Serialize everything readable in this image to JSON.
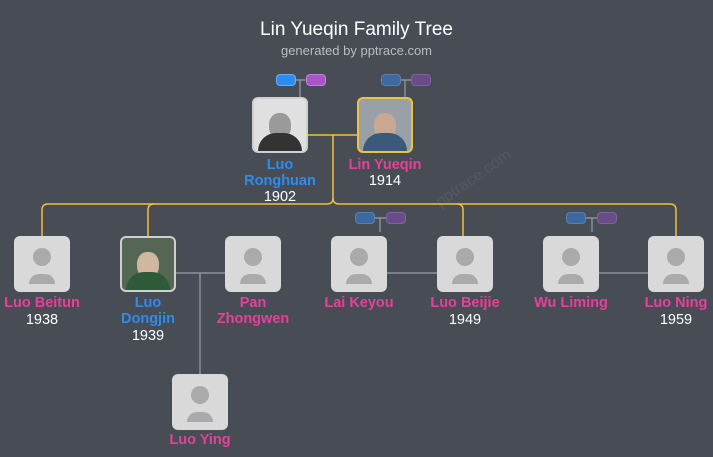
{
  "header": {
    "title": "Lin Yueqin Family Tree",
    "subtitle": "generated by pptrace.com"
  },
  "watermark": "pptrace.com",
  "colors": {
    "background": "#474c55",
    "male_name": "#2d8cf0",
    "female_name": "#e8409a",
    "descent_line": "#f0c040",
    "spouse_line": "#9a9fa6",
    "pill_blue": "#2d8cf0",
    "pill_purple": "#a855c8"
  },
  "people": {
    "luo_ronghuan": {
      "name_line1": "Luo",
      "name_line2": "Ronghuan",
      "year": "1902",
      "gender": "male",
      "photo": true
    },
    "lin_yueqin": {
      "name": "Lin Yueqin",
      "year": "1914",
      "gender": "female",
      "photo": true,
      "highlighted": true
    },
    "luo_beitun": {
      "name": "Luo Beitun",
      "year": "1938",
      "gender": "female"
    },
    "luo_dongjin": {
      "name_line1": "Luo",
      "name_line2": "Dongjin",
      "year": "1939",
      "gender": "male",
      "photo": true
    },
    "pan_zhongwen": {
      "name_line1": "Pan",
      "name_line2": "Zhongwen",
      "gender": "female"
    },
    "lai_keyou": {
      "name": "Lai Keyou",
      "gender": "female"
    },
    "luo_beijie": {
      "name": "Luo Beijie",
      "year": "1949",
      "gender": "female"
    },
    "wu_liming": {
      "name": "Wu Liming",
      "gender": "female"
    },
    "luo_ning": {
      "name": "Luo Ning",
      "year": "1959",
      "gender": "female"
    },
    "luo_ying": {
      "name": "Luo Ying",
      "gender": "female"
    }
  }
}
